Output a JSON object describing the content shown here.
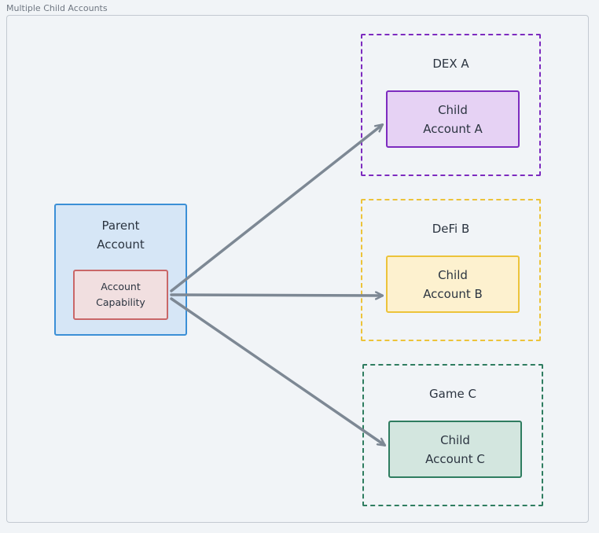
{
  "frame": {
    "title": "Multiple Child Accounts"
  },
  "parent": {
    "label_line1": "Parent",
    "label_line2": "Account"
  },
  "capability": {
    "label_line1": "Account",
    "label_line2": "Capability"
  },
  "groups": [
    {
      "name": "DEX A",
      "child_line1": "Child",
      "child_line2": "Account A"
    },
    {
      "name": "DeFi B",
      "child_line1": "Child",
      "child_line2": "Account B"
    },
    {
      "name": "Game C",
      "child_line1": "Child",
      "child_line2": "Account C"
    }
  ],
  "colors": {
    "arrow": "#7d8894",
    "dex_a": "#7d2bbf",
    "defi_b": "#ecc33a",
    "game_c": "#2f7d60",
    "parent": "#3b8fd6",
    "capability": "#c96768"
  }
}
